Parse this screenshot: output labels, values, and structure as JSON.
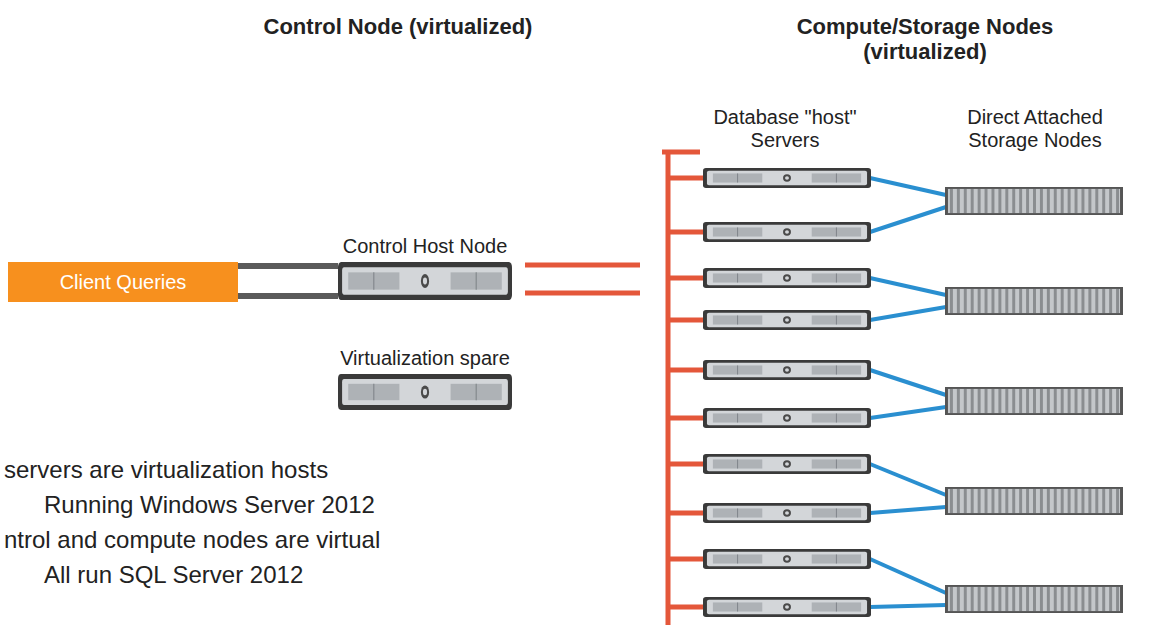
{
  "diagram": {
    "nodes": [
      {
        "text": [
          "Client Queries"
        ]
      },
      {
        "text": [
          "Control Host Node"
        ]
      },
      {
        "text": [
          "Virtualization spare"
        ]
      }
    ],
    "edges": [
      {
        "from": 0,
        "to": 1,
        "arrow": "none"
      },
      {
        "from": 1,
        "to": 0,
        "arrow": "none"
      }
    ],
    "labels": [
      "Control Node (virtualized)",
      "Compute/Storage Nodes (virtualized)",
      "Database \"host\" Servers",
      "Direct Attached Storage Nodes",
      "servers are virtualization hosts",
      "Running Windows Server 2012",
      "ntrol and compute nodes are virtual",
      "All run SQL Server 2012"
    ]
  }
}
